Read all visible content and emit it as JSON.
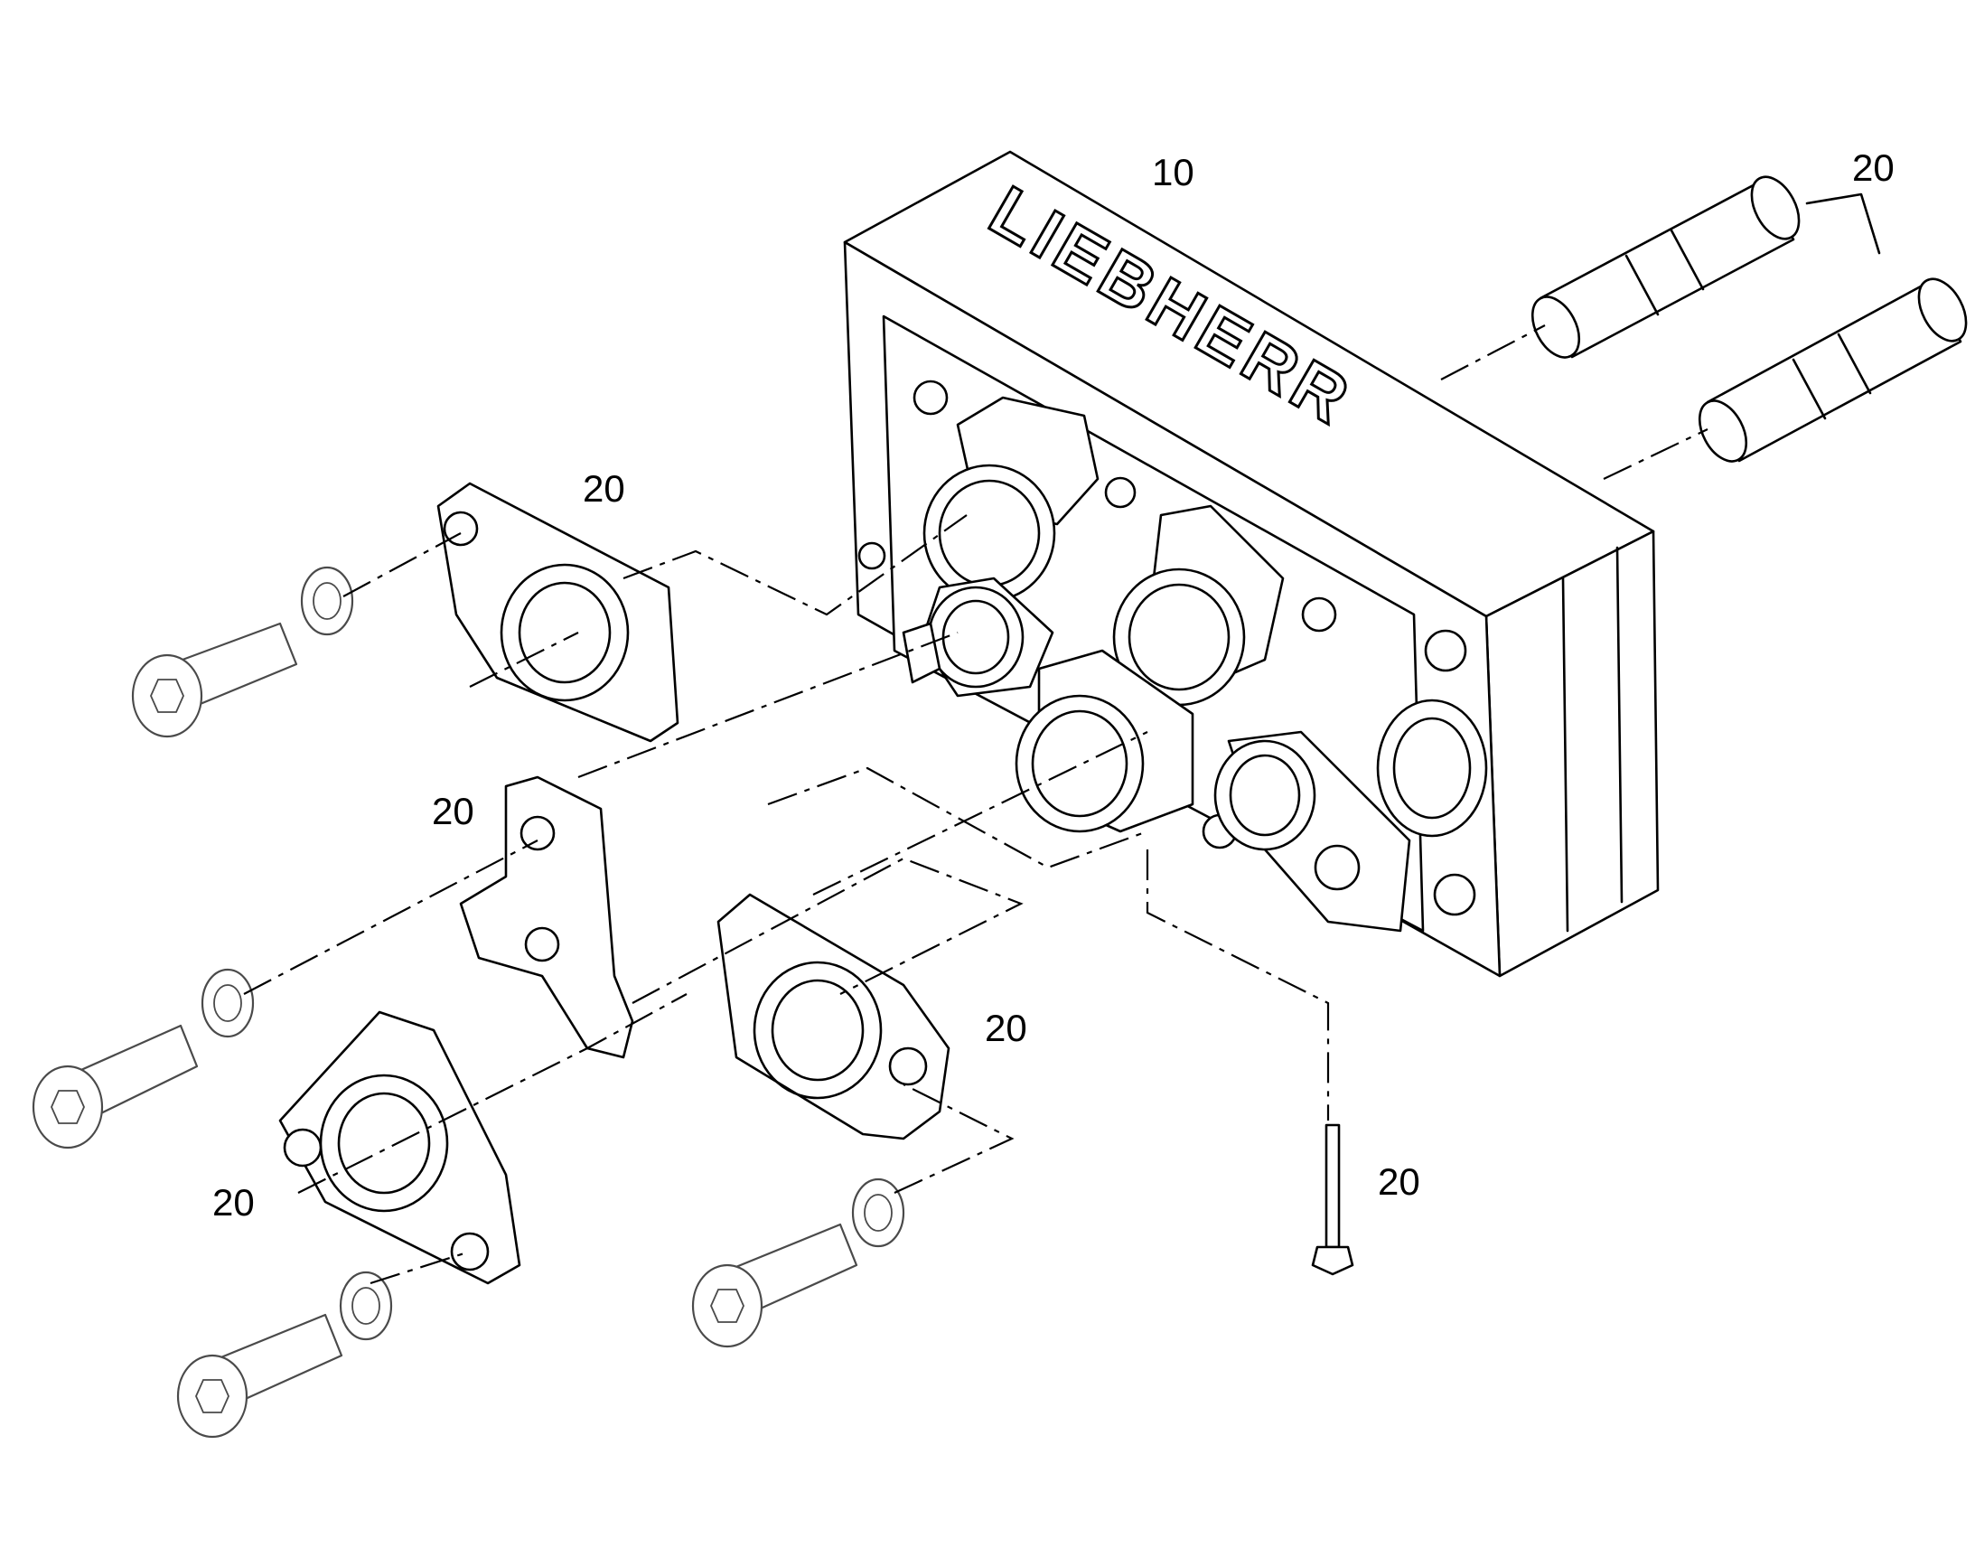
{
  "callouts": [
    {
      "id": "housing",
      "text": "10"
    },
    {
      "id": "pins",
      "text": "20"
    },
    {
      "id": "flange-top",
      "text": "20"
    },
    {
      "id": "spacer",
      "text": "20"
    },
    {
      "id": "flange-right",
      "text": "20"
    },
    {
      "id": "flange-bottom",
      "text": "20"
    },
    {
      "id": "bolt-vertical",
      "text": "20"
    }
  ],
  "logo_text": "LIEBHERR"
}
